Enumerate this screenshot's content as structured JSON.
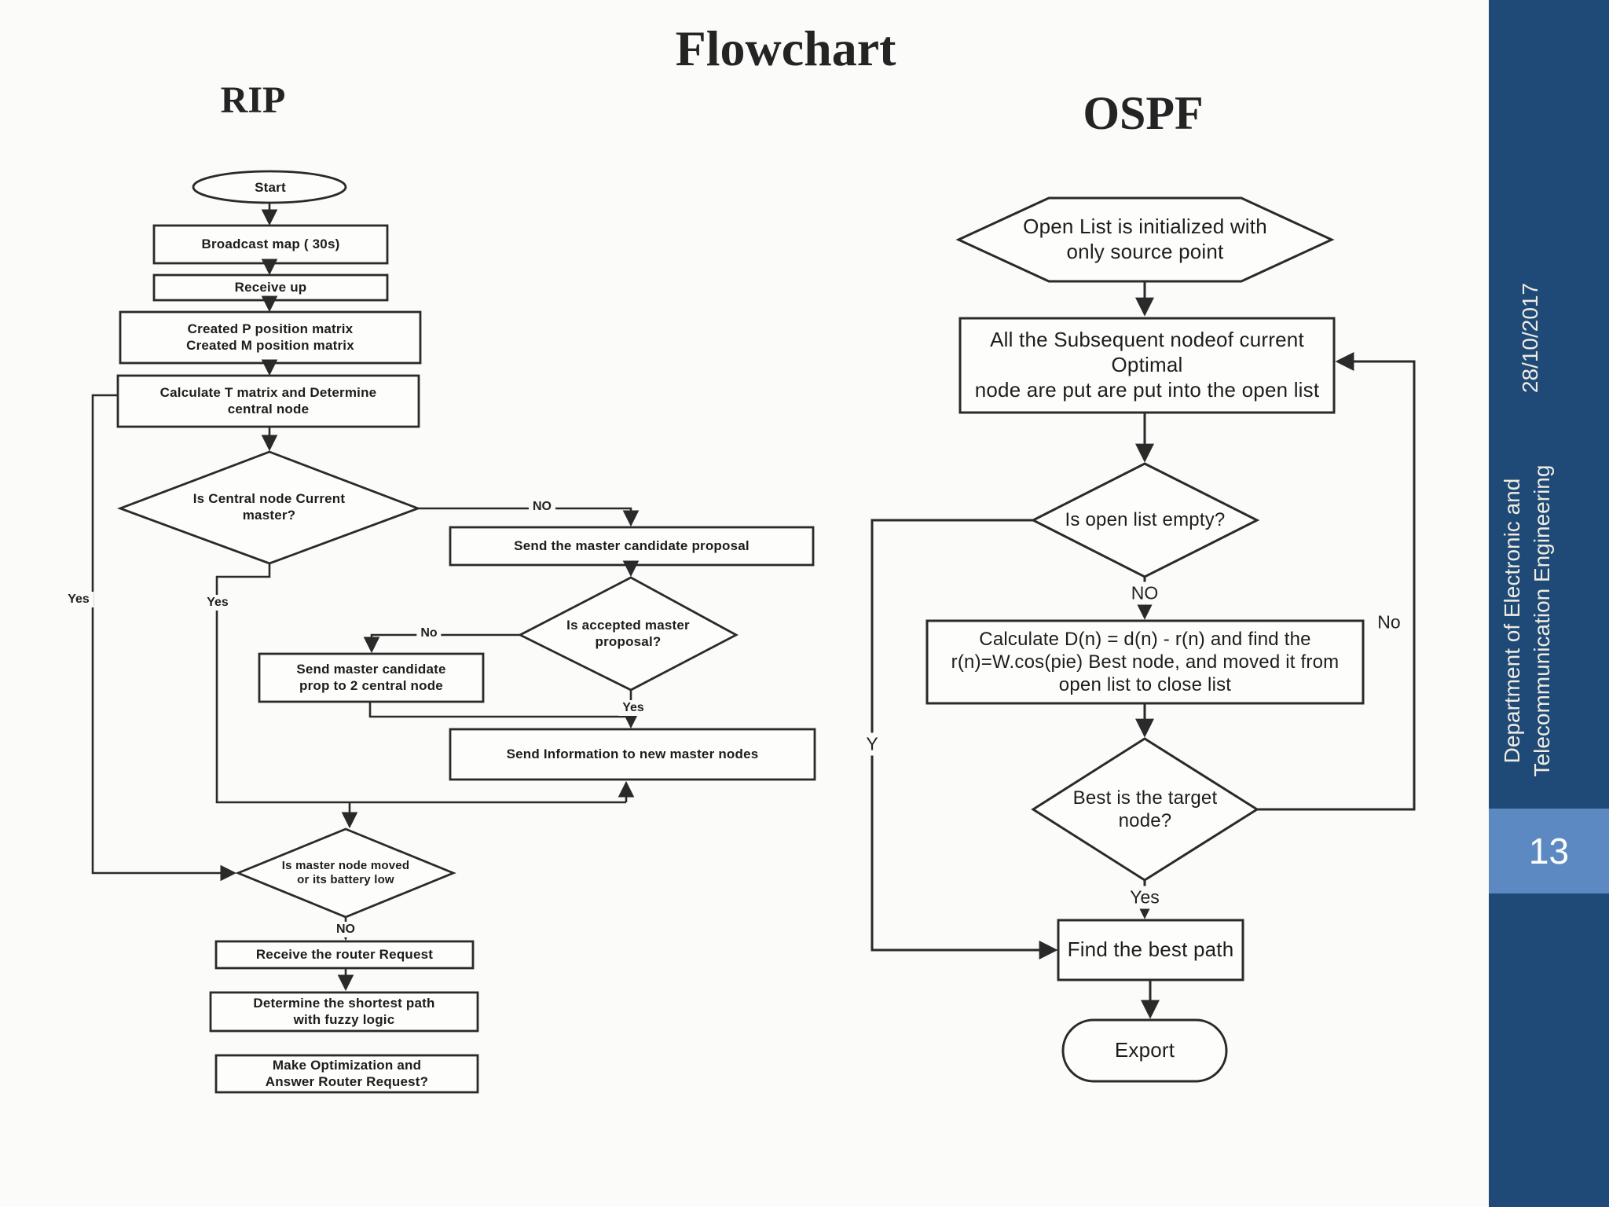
{
  "slide": {
    "title": "Flowchart",
    "page_number": "13",
    "sidebar": {
      "date": "28/10/2017",
      "department_line1": "Department of Electronic and",
      "department_line2": "Telecommunication Engineering",
      "bg_color": "#1f4a78",
      "band_color": "#5d89c2",
      "text_color": "#eeecdf"
    }
  },
  "rip": {
    "heading": "RIP",
    "nodes": {
      "start": "Start",
      "broadcast": "Broadcast map ( 30s)",
      "receive_up": "Receive up",
      "created": "Created P position matrix\nCreated M position matrix",
      "calculate": "Calculate T matrix and Determine\ncentral node",
      "is_central": "Is Central node Current\nmaster?",
      "send_proposal": "Send the master candidate proposal",
      "is_accepted": "Is accepted master\nproposal?",
      "send_prop2": "Send master candidate\nprop to 2 central node",
      "send_info": "Send Information to new master nodes",
      "is_moved": "Is master node moved\nor its battery low",
      "receive_request": "Receive the router Request",
      "determine_path": "Determine the shortest path\nwith fuzzy logic",
      "make_opt": "Make Optimization and\nAnswer Router Request?"
    },
    "labels": {
      "no_upper": "NO",
      "yes_inner": "Yes",
      "yes_outer": "Yes",
      "no_mid": "No",
      "yes_mid": "Yes",
      "no_lower": "NO"
    }
  },
  "ospf": {
    "heading": "OSPF",
    "nodes": {
      "open_list": "Open List is initialized with\nonly source point",
      "subsequent": "All the Subsequent nodeof current Optimal\nnode are put are put into the open list",
      "is_empty": "Is open list empty?",
      "calculate": "Calculate D(n) = d(n) - r(n) and find the\nr(n)=W.cos(pie)  Best node, and moved it from\nopen list to close list",
      "is_target": "Best is the target\nnode?",
      "find_path": "Find the best path",
      "export": "Export"
    },
    "labels": {
      "no_bottom": "NO",
      "yes_bottom": "Yes",
      "y_left": "Y",
      "no_right": "No"
    }
  }
}
